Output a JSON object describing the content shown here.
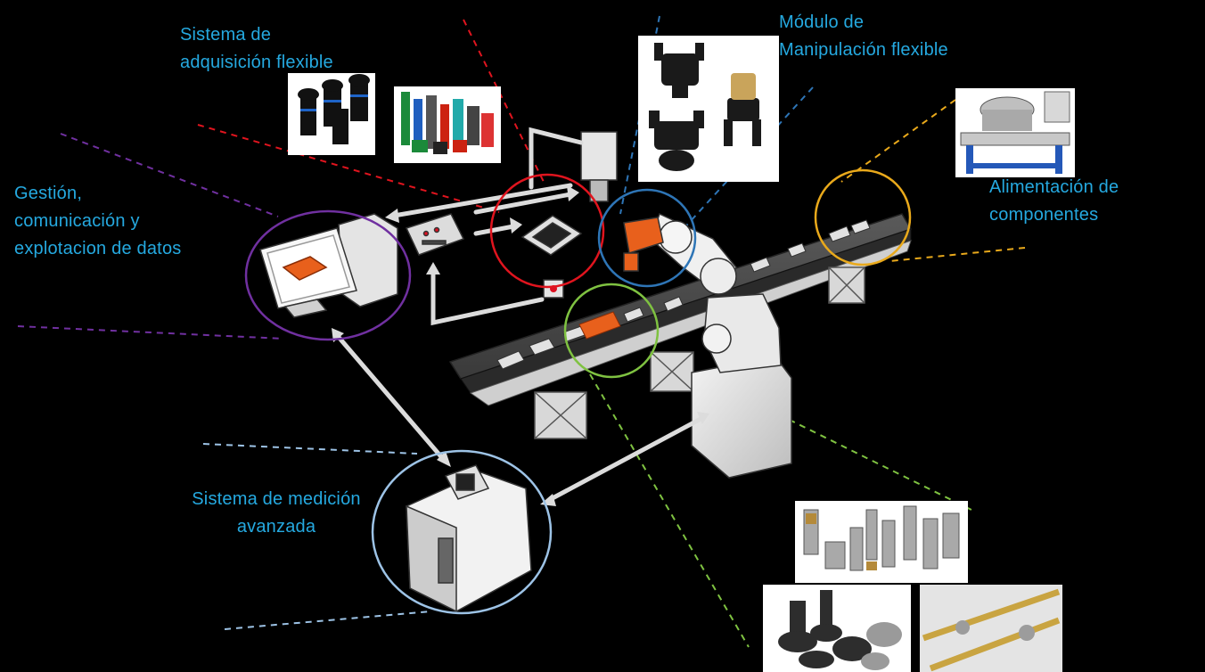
{
  "diagram": {
    "labels": {
      "acquisition": [
        "Sistema de",
        "adquisición flexible"
      ],
      "manipulation": [
        "Módulo de",
        "Manipulación flexible"
      ],
      "management": [
        "Gestión,",
        "comunicación y",
        "explotacion de datos"
      ],
      "feeding": [
        "Alimentación de",
        "componentes"
      ],
      "measurement": [
        "Sistema de medición",
        "avanzada"
      ]
    },
    "colors": {
      "label": "#25a9e0",
      "background": "#000000",
      "red": "#e0141e",
      "blue": "#2e75b6",
      "yellow": "#e9a91b",
      "green": "#7fc241",
      "purple": "#7030a0",
      "light_blue": "#9dc3e6",
      "robot_orange": "#e8601c"
    },
    "icons": [
      "camera-lenses-photo",
      "lighting-accessories-photo",
      "robot-grippers-photo",
      "vibratory-feeder-photo",
      "machined-parts-photo",
      "knobs-parts-photo",
      "threaded-rods-photo",
      "computer-workstation-icon",
      "controller-box-icon",
      "smart-camera-icon",
      "ring-light-icon",
      "laser-sensor-icon",
      "robot-arm-icon",
      "measurement-machine-icon",
      "conveyor-belt-icon"
    ]
  }
}
